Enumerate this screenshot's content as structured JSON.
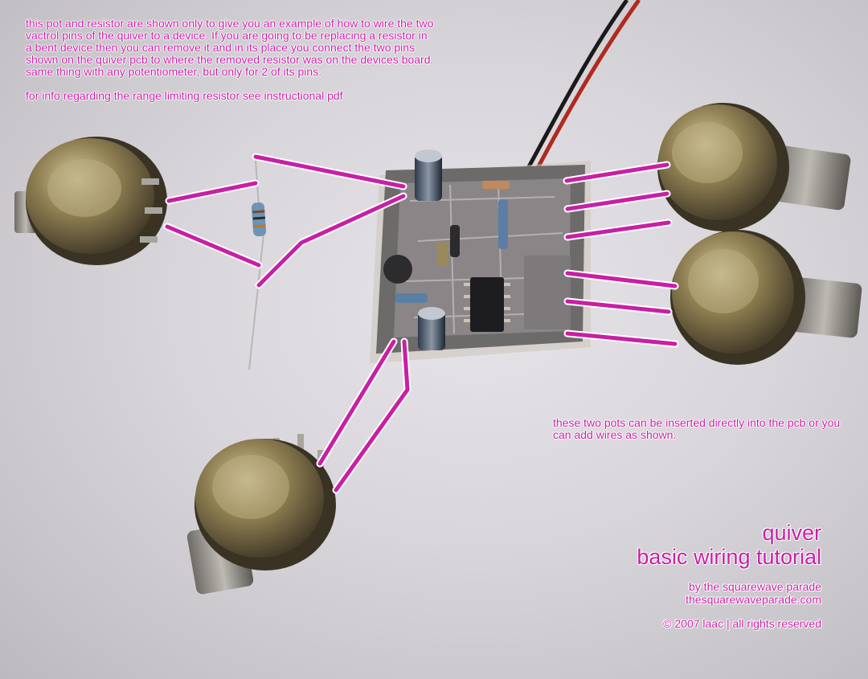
{
  "intro": {
    "line1": "this pot and resistor are shown only to give you an example of how to wire the two",
    "line2": "vactrol pins of the quiver to a device. If you are going to be replacing a resistor in",
    "line3": "a bent device then you can remove it and in its place you connect the two pins",
    "line4": "shown on the quiver pcb to where the removed resistor was on the devices board.",
    "line5": "same thing with any potentiometer, but only for 2 of its pins.",
    "note": "for info regarding the range limiting resistor see instructional pdf"
  },
  "pots_note": "these two pots can be inserted directly into the pcb or you can add wires as shown.",
  "title_block": {
    "title": "quiver",
    "subtitle": "basic wiring tutorial",
    "byline": "by the squarewave parade",
    "website": "thesquarewaveparade.com",
    "copyright": "© 2007 laac | all rights reserved"
  },
  "colors": {
    "annotation": "#c81fa5",
    "background": "#d8d6da",
    "pcb": "#6b6868",
    "pot_body": "#7a6a3e"
  }
}
